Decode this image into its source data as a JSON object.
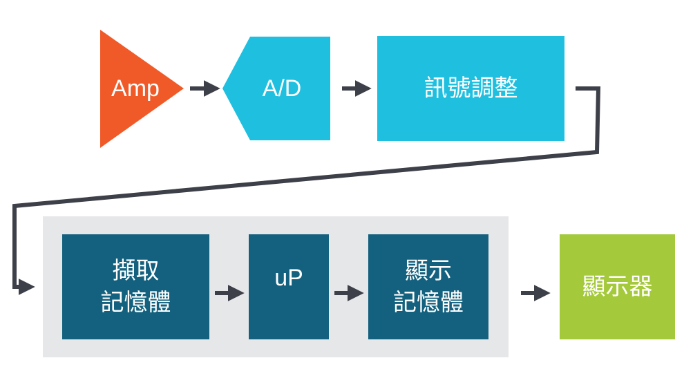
{
  "diagram": {
    "title": "",
    "colors": {
      "amp": "#f05a28",
      "signal_stage": "#1fbfe0",
      "processing_stage": "#13617e",
      "output_stage": "#a4c93b",
      "group_background": "#e6e7e9",
      "connector": "#3d4049"
    },
    "nodes": [
      {
        "id": "amp",
        "label": "Amp",
        "shape": "triangle"
      },
      {
        "id": "adc",
        "label": "A/D",
        "shape": "pentagon"
      },
      {
        "id": "signal_conditioning",
        "label": "訊號調整",
        "shape": "rectangle"
      },
      {
        "id": "capture_memory",
        "label_line1": "擷取",
        "label_line2": "記憶體",
        "shape": "rectangle"
      },
      {
        "id": "up",
        "label": "uP",
        "shape": "rectangle"
      },
      {
        "id": "display_memory",
        "label_line1": "顯示",
        "label_line2": "記憶體",
        "shape": "rectangle"
      },
      {
        "id": "display",
        "label": "顯示器",
        "shape": "rectangle"
      }
    ],
    "edges": [
      {
        "from": "amp",
        "to": "adc"
      },
      {
        "from": "adc",
        "to": "signal_conditioning"
      },
      {
        "from": "signal_conditioning",
        "to": "capture_memory"
      },
      {
        "from": "capture_memory",
        "to": "up"
      },
      {
        "from": "up",
        "to": "display_memory"
      },
      {
        "from": "display_memory",
        "to": "display"
      }
    ],
    "groups": [
      {
        "id": "processing_group",
        "members": [
          "capture_memory",
          "up",
          "display_memory"
        ]
      }
    ]
  }
}
